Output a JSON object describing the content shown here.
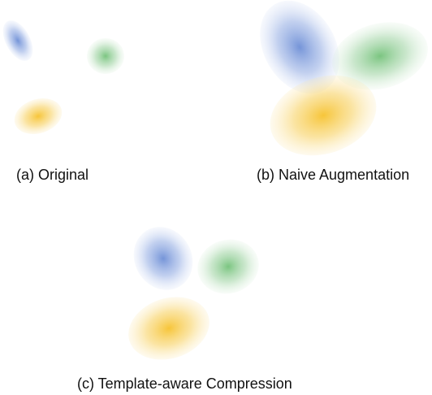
{
  "colors": {
    "blue": "#6e8fd6",
    "green": "#74c27a",
    "yellow": "#f6c22f",
    "background": "#ffffff"
  },
  "panels": [
    {
      "id": "a",
      "caption": "(a) Original",
      "clusters": [
        {
          "color": "blue"
        },
        {
          "color": "green"
        },
        {
          "color": "yellow"
        }
      ]
    },
    {
      "id": "b",
      "caption": "(b) Naive Augmentation",
      "clusters": [
        {
          "color": "blue"
        },
        {
          "color": "green"
        },
        {
          "color": "yellow"
        }
      ]
    },
    {
      "id": "c",
      "caption": "(c) Template-aware Compression",
      "clusters": [
        {
          "color": "blue"
        },
        {
          "color": "green"
        },
        {
          "color": "yellow"
        }
      ]
    }
  ]
}
